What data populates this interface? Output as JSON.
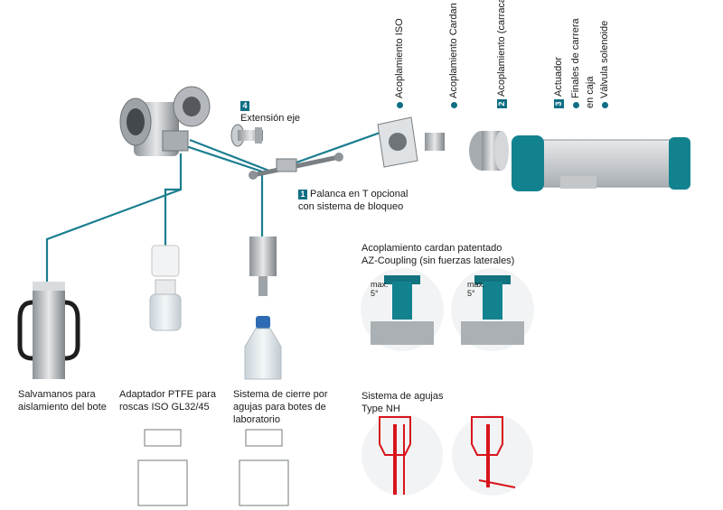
{
  "colors": {
    "accent": "#0f6e84",
    "line": "#1a7d8f",
    "metal": "#b8bcc0",
    "red": "#d8141c"
  },
  "top_labels": [
    {
      "text": "Acoplamiento ISO",
      "badge": ""
    },
    {
      "text": "Acoplamiento Cardan",
      "badge": ""
    },
    {
      "text": "Acoplamiento (carraca)",
      "badge": "2"
    },
    {
      "text": "Actuador",
      "badge": "3"
    },
    {
      "text": "Finales de carrera",
      "badge": ""
    },
    {
      "text": "en caja",
      "badge": ""
    },
    {
      "text": "Válvula solenoide",
      "badge": ""
    }
  ],
  "extension": {
    "badge": "4",
    "text": "Extensión eje"
  },
  "lever": {
    "badge": "1",
    "line1": "Palanca en T opcional",
    "line2": "con sistema de bloqueo"
  },
  "cardan": {
    "line1": "Acoplamiento cardan patentado",
    "line2": "AZ-Coupling (sin fuerzas laterales)",
    "max1": "max.",
    "deg1": "5°",
    "max2": "max.",
    "deg2": "5°"
  },
  "needles": {
    "line1": "Sistema de agujas",
    "line2": "Type NH"
  },
  "bottom_labels": [
    {
      "line1": "Salvamanos para",
      "line2": "aislamiento del bote",
      "line3": ""
    },
    {
      "line1": "Adaptador PTFE para",
      "line2": "roscas ISO GL32/45",
      "line3": ""
    },
    {
      "line1": "Sistema de cierre por",
      "line2": "agujas para botes de",
      "line3": "laboratorio"
    }
  ]
}
